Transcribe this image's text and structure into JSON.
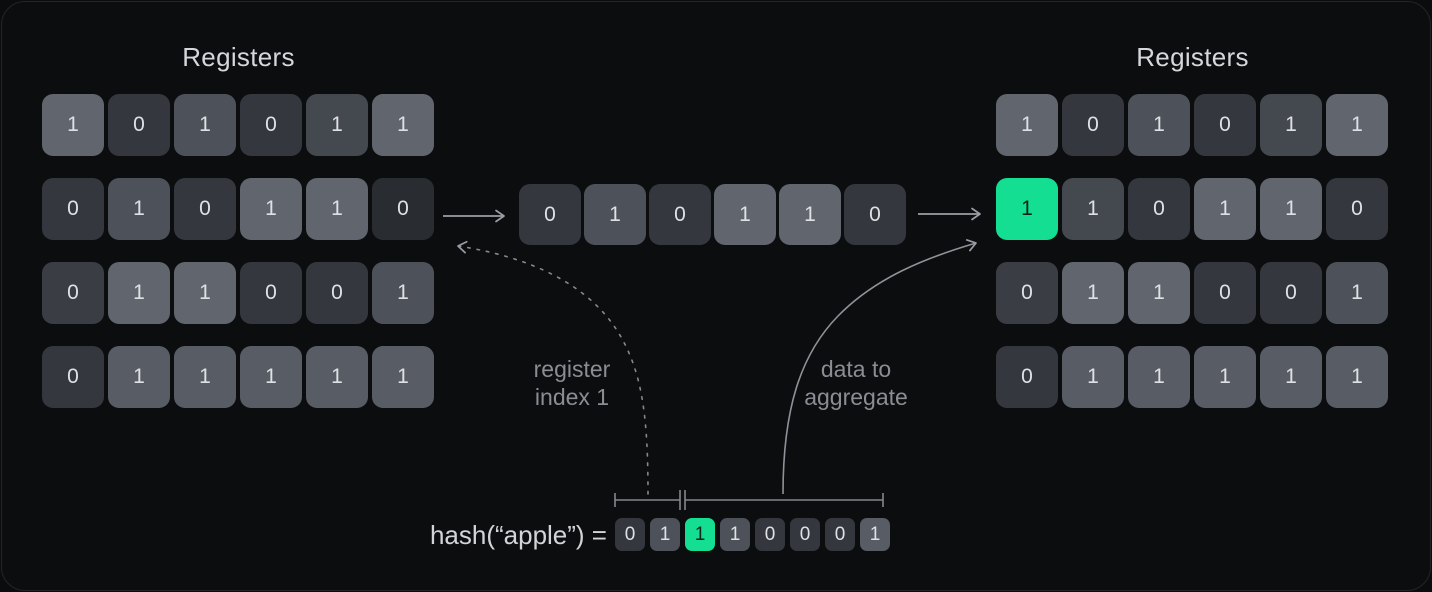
{
  "titles": {
    "left": "Registers",
    "right": "Registers"
  },
  "labels": {
    "register_index": {
      "line1": "register",
      "line2": "index 1"
    },
    "data_to_aggregate": {
      "line1": "data to",
      "line2": "aggregate"
    },
    "hash_label": "hash(“apple”) ="
  },
  "palette": {
    "dd": "#292c31",
    "d": "#34383e",
    "d2": "#3a3e44",
    "m": "#4d525a",
    "m2": "#44484f",
    "l": "#60656e",
    "l2": "#575c65",
    "g": "#13de91",
    "digit": "#dfe1e4",
    "digit_on_green": "#0d241a",
    "arrow": "#9b9ea4",
    "curve": "#8f9298",
    "bracket": "#84878d",
    "label_text": "#8a8d93",
    "title_text": "#d5d7db",
    "panel_bg": "#0c0d0f"
  },
  "grids": {
    "left": {
      "rows": [
        [
          {
            "v": "1",
            "s": "l"
          },
          {
            "v": "0",
            "s": "d"
          },
          {
            "v": "1",
            "s": "m"
          },
          {
            "v": "0",
            "s": "d"
          },
          {
            "v": "1",
            "s": "m2"
          },
          {
            "v": "1",
            "s": "l"
          }
        ],
        [
          {
            "v": "0",
            "s": "d"
          },
          {
            "v": "1",
            "s": "m"
          },
          {
            "v": "0",
            "s": "d"
          },
          {
            "v": "1",
            "s": "l"
          },
          {
            "v": "1",
            "s": "l"
          },
          {
            "v": "0",
            "s": "dd"
          }
        ],
        [
          {
            "v": "0",
            "s": "d2"
          },
          {
            "v": "1",
            "s": "l"
          },
          {
            "v": "1",
            "s": "l"
          },
          {
            "v": "0",
            "s": "d"
          },
          {
            "v": "0",
            "s": "d"
          },
          {
            "v": "1",
            "s": "m"
          }
        ],
        [
          {
            "v": "0",
            "s": "d"
          },
          {
            "v": "1",
            "s": "l2"
          },
          {
            "v": "1",
            "s": "l2"
          },
          {
            "v": "1",
            "s": "l2"
          },
          {
            "v": "1",
            "s": "l2"
          },
          {
            "v": "1",
            "s": "l2"
          }
        ]
      ]
    },
    "middle": {
      "rows": [
        [
          {
            "v": "0",
            "s": "d"
          },
          {
            "v": "1",
            "s": "m"
          },
          {
            "v": "0",
            "s": "d"
          },
          {
            "v": "1",
            "s": "l"
          },
          {
            "v": "1",
            "s": "l"
          },
          {
            "v": "0",
            "s": "d"
          }
        ]
      ]
    },
    "right": {
      "rows": [
        [
          {
            "v": "1",
            "s": "l"
          },
          {
            "v": "0",
            "s": "d"
          },
          {
            "v": "1",
            "s": "m"
          },
          {
            "v": "0",
            "s": "d"
          },
          {
            "v": "1",
            "s": "m2"
          },
          {
            "v": "1",
            "s": "l"
          }
        ],
        [
          {
            "v": "1",
            "s": "g"
          },
          {
            "v": "1",
            "s": "m2"
          },
          {
            "v": "0",
            "s": "d"
          },
          {
            "v": "1",
            "s": "l"
          },
          {
            "v": "1",
            "s": "l"
          },
          {
            "v": "0",
            "s": "d"
          }
        ],
        [
          {
            "v": "0",
            "s": "d2"
          },
          {
            "v": "1",
            "s": "l"
          },
          {
            "v": "1",
            "s": "l"
          },
          {
            "v": "0",
            "s": "d"
          },
          {
            "v": "0",
            "s": "d"
          },
          {
            "v": "1",
            "s": "m"
          }
        ],
        [
          {
            "v": "0",
            "s": "d"
          },
          {
            "v": "1",
            "s": "l2"
          },
          {
            "v": "1",
            "s": "l2"
          },
          {
            "v": "1",
            "s": "l2"
          },
          {
            "v": "1",
            "s": "l2"
          },
          {
            "v": "1",
            "s": "l2"
          }
        ]
      ]
    },
    "hash": {
      "rows": [
        [
          {
            "v": "0",
            "s": "d"
          },
          {
            "v": "1",
            "s": "m"
          },
          {
            "v": "1",
            "s": "g"
          },
          {
            "v": "1",
            "s": "m"
          },
          {
            "v": "0",
            "s": "d"
          },
          {
            "v": "0",
            "s": "d"
          },
          {
            "v": "0",
            "s": "d"
          },
          {
            "v": "1",
            "s": "l2"
          }
        ]
      ]
    }
  }
}
